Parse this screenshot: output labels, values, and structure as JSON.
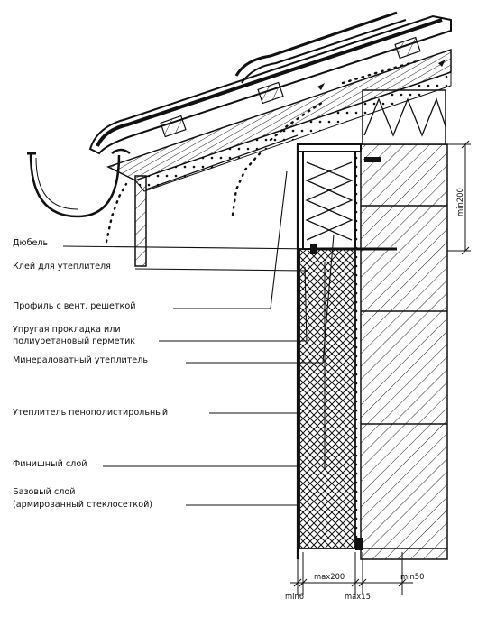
{
  "drawing": {
    "labels": {
      "dowel": "Дюбель",
      "insulation_glue": "Клей для утеплителя",
      "vent_profile": "Профиль с вент. решеткой",
      "gasket_line1": "Упругая прокладка или",
      "gasket_line2": "полиуретановый герметик",
      "mineral_wool": "Минераловатный утеплитель",
      "eps_insulation": "Утеплитель пенополистирольный",
      "finish_layer": "Финишный слой",
      "base_layer_line1": "Базовый слой",
      "base_layer_line2": "(армированный стеклосеткой)"
    },
    "dimensions": {
      "band_height": "min200",
      "gap_left": "min6",
      "insulation_width": "max200",
      "gap_right": "max15",
      "wall_overlap": "min50"
    }
  }
}
